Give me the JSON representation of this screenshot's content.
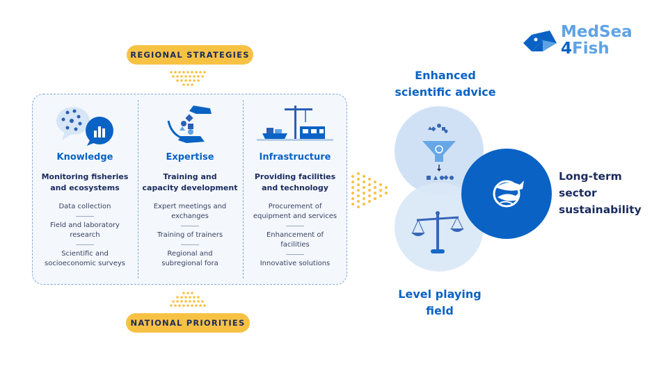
{
  "logo": {
    "line1": "MedSea",
    "line2_accent": "4",
    "line2": "Fish",
    "colors": {
      "primary": "#0a62c4",
      "light": "#5fa3e6"
    }
  },
  "regional_strategies": "REGIONAL STRATEGIES",
  "national_priorities": "NATIONAL PRIORITIES",
  "columns": [
    {
      "title": "Knowledge",
      "subtitle": [
        "Monitoring fisheries",
        "and ecosystems"
      ],
      "items": [
        [
          "Data collection"
        ],
        [
          "Field and laboratory",
          "research"
        ],
        [
          "Scientific and",
          "socioeconomic surveys"
        ]
      ],
      "icon": "chat-data-icon"
    },
    {
      "title": "Expertise",
      "subtitle": [
        "Training and",
        "capacity development"
      ],
      "items": [
        [
          "Expert meetings and",
          "exchanges"
        ],
        [
          "Training of trainers"
        ],
        [
          "Regional and",
          "subregional fora"
        ]
      ],
      "icon": "hands-blocks-icon"
    },
    {
      "title": "Infrastructure",
      "subtitle": [
        "Providing facilities",
        "and technology"
      ],
      "items": [
        [
          "Procurement of",
          "equipment and services"
        ],
        [
          "Enhancement of",
          "facilities"
        ],
        [
          "Innovative solutions"
        ]
      ],
      "icon": "port-crane-icon"
    }
  ],
  "outcomes": {
    "advice": [
      "Enhanced",
      "scientific advice"
    ],
    "level": [
      "Level playing",
      "field"
    ],
    "sustainability": [
      "Long-term",
      "sector",
      "sustainability"
    ]
  },
  "colors": {
    "accent": "#f7c244",
    "blue": "#0a62c4",
    "navy": "#1a2a5c",
    "dashed": "#7fa9d9"
  }
}
